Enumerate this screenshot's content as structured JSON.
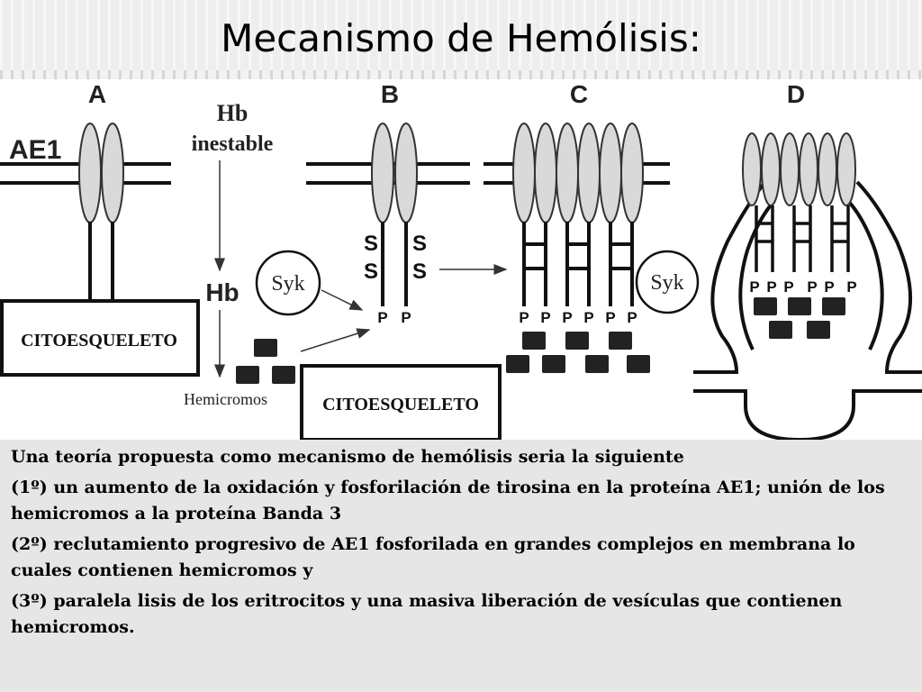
{
  "slide": {
    "title": "Mecanismo de Hemólisis:"
  },
  "diagram": {
    "labels": {
      "panel_a": "A",
      "panel_b": "B",
      "panel_c": "C",
      "panel_d": "D",
      "ae1": "AE1",
      "hb_line1": "Hb",
      "hb_line2": "inestable",
      "hb": "Hb",
      "hemicromos": "Hemicromos",
      "syk": "Syk",
      "citoesqueleto": "CITOESQUELETO",
      "s": "S",
      "p": "P"
    }
  },
  "text": {
    "intro": "Una teoría propuesta como mecanismo de hemólisis seria la siguiente",
    "step1": "(1º) un aumento de la oxidación y fosforilación de tirosina en la proteína AE1; unión de los hemicromos  a la proteína Banda 3",
    "step2": "(2º) reclutamiento progresivo de AE1 fosforilada en grandes complejos en membrana lo cuales contienen hemicromos y",
    "step3": "(3º) paralela lisis de los eritrocitos y una masiva liberación de vesículas que contienen hemicromos."
  }
}
